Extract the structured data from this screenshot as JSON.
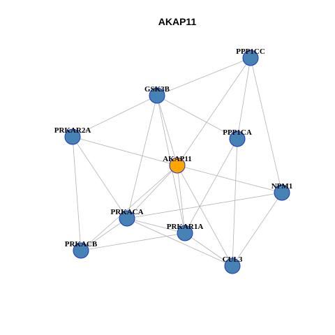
{
  "title": "AKAP11",
  "colors": {
    "background": "#ffffff",
    "edge": "#b3b3b3",
    "node_default": "#4682b4",
    "node_focus": "#ffa500",
    "node_border": "#1a35c8"
  },
  "nodes": [
    {
      "id": "PPP1CC",
      "label": "PPP1CC",
      "focus": false
    },
    {
      "id": "GSK3B",
      "label": "GSK3B",
      "focus": false
    },
    {
      "id": "PRKAR2A",
      "label": "PRKAR2A",
      "focus": false
    },
    {
      "id": "PPP1CA",
      "label": "PPP1CA",
      "focus": false
    },
    {
      "id": "AKAP11",
      "label": "AKAP11",
      "focus": true
    },
    {
      "id": "NPM1",
      "label": "NPM1",
      "focus": false
    },
    {
      "id": "PRKACA",
      "label": "PRKACA",
      "focus": false
    },
    {
      "id": "PRKAR1A",
      "label": "PRKAR1A",
      "focus": false
    },
    {
      "id": "PRKACB",
      "label": "PRKACB",
      "focus": false
    },
    {
      "id": "CUL3",
      "label": "CUL3",
      "focus": false
    }
  ],
  "edges": [
    [
      "PPP1CC",
      "GSK3B"
    ],
    [
      "PPP1CC",
      "AKAP11"
    ],
    [
      "PPP1CC",
      "PPP1CA"
    ],
    [
      "PPP1CC",
      "NPM1"
    ],
    [
      "GSK3B",
      "PRKAR2A"
    ],
    [
      "GSK3B",
      "PPP1CA"
    ],
    [
      "GSK3B",
      "AKAP11"
    ],
    [
      "GSK3B",
      "PRKACA"
    ],
    [
      "GSK3B",
      "PRKAR1A"
    ],
    [
      "PRKAR2A",
      "AKAP11"
    ],
    [
      "PRKAR2A",
      "PRKACA"
    ],
    [
      "PRKAR2A",
      "PRKACB"
    ],
    [
      "PPP1CA",
      "PRKAR1A"
    ],
    [
      "PPP1CA",
      "CUL3"
    ],
    [
      "AKAP11",
      "NPM1"
    ],
    [
      "AKAP11",
      "PRKACA"
    ],
    [
      "AKAP11",
      "PRKACB"
    ],
    [
      "AKAP11",
      "PRKAR1A"
    ],
    [
      "AKAP11",
      "CUL3"
    ],
    [
      "NPM1",
      "PRKACA"
    ],
    [
      "NPM1",
      "CUL3"
    ],
    [
      "PRKACA",
      "PRKACB"
    ],
    [
      "PRKACA",
      "PRKAR1A"
    ],
    [
      "PRKACA",
      "CUL3"
    ],
    [
      "PRKACB",
      "PRKAR1A"
    ],
    [
      "PRKAR1A",
      "CUL3"
    ]
  ]
}
